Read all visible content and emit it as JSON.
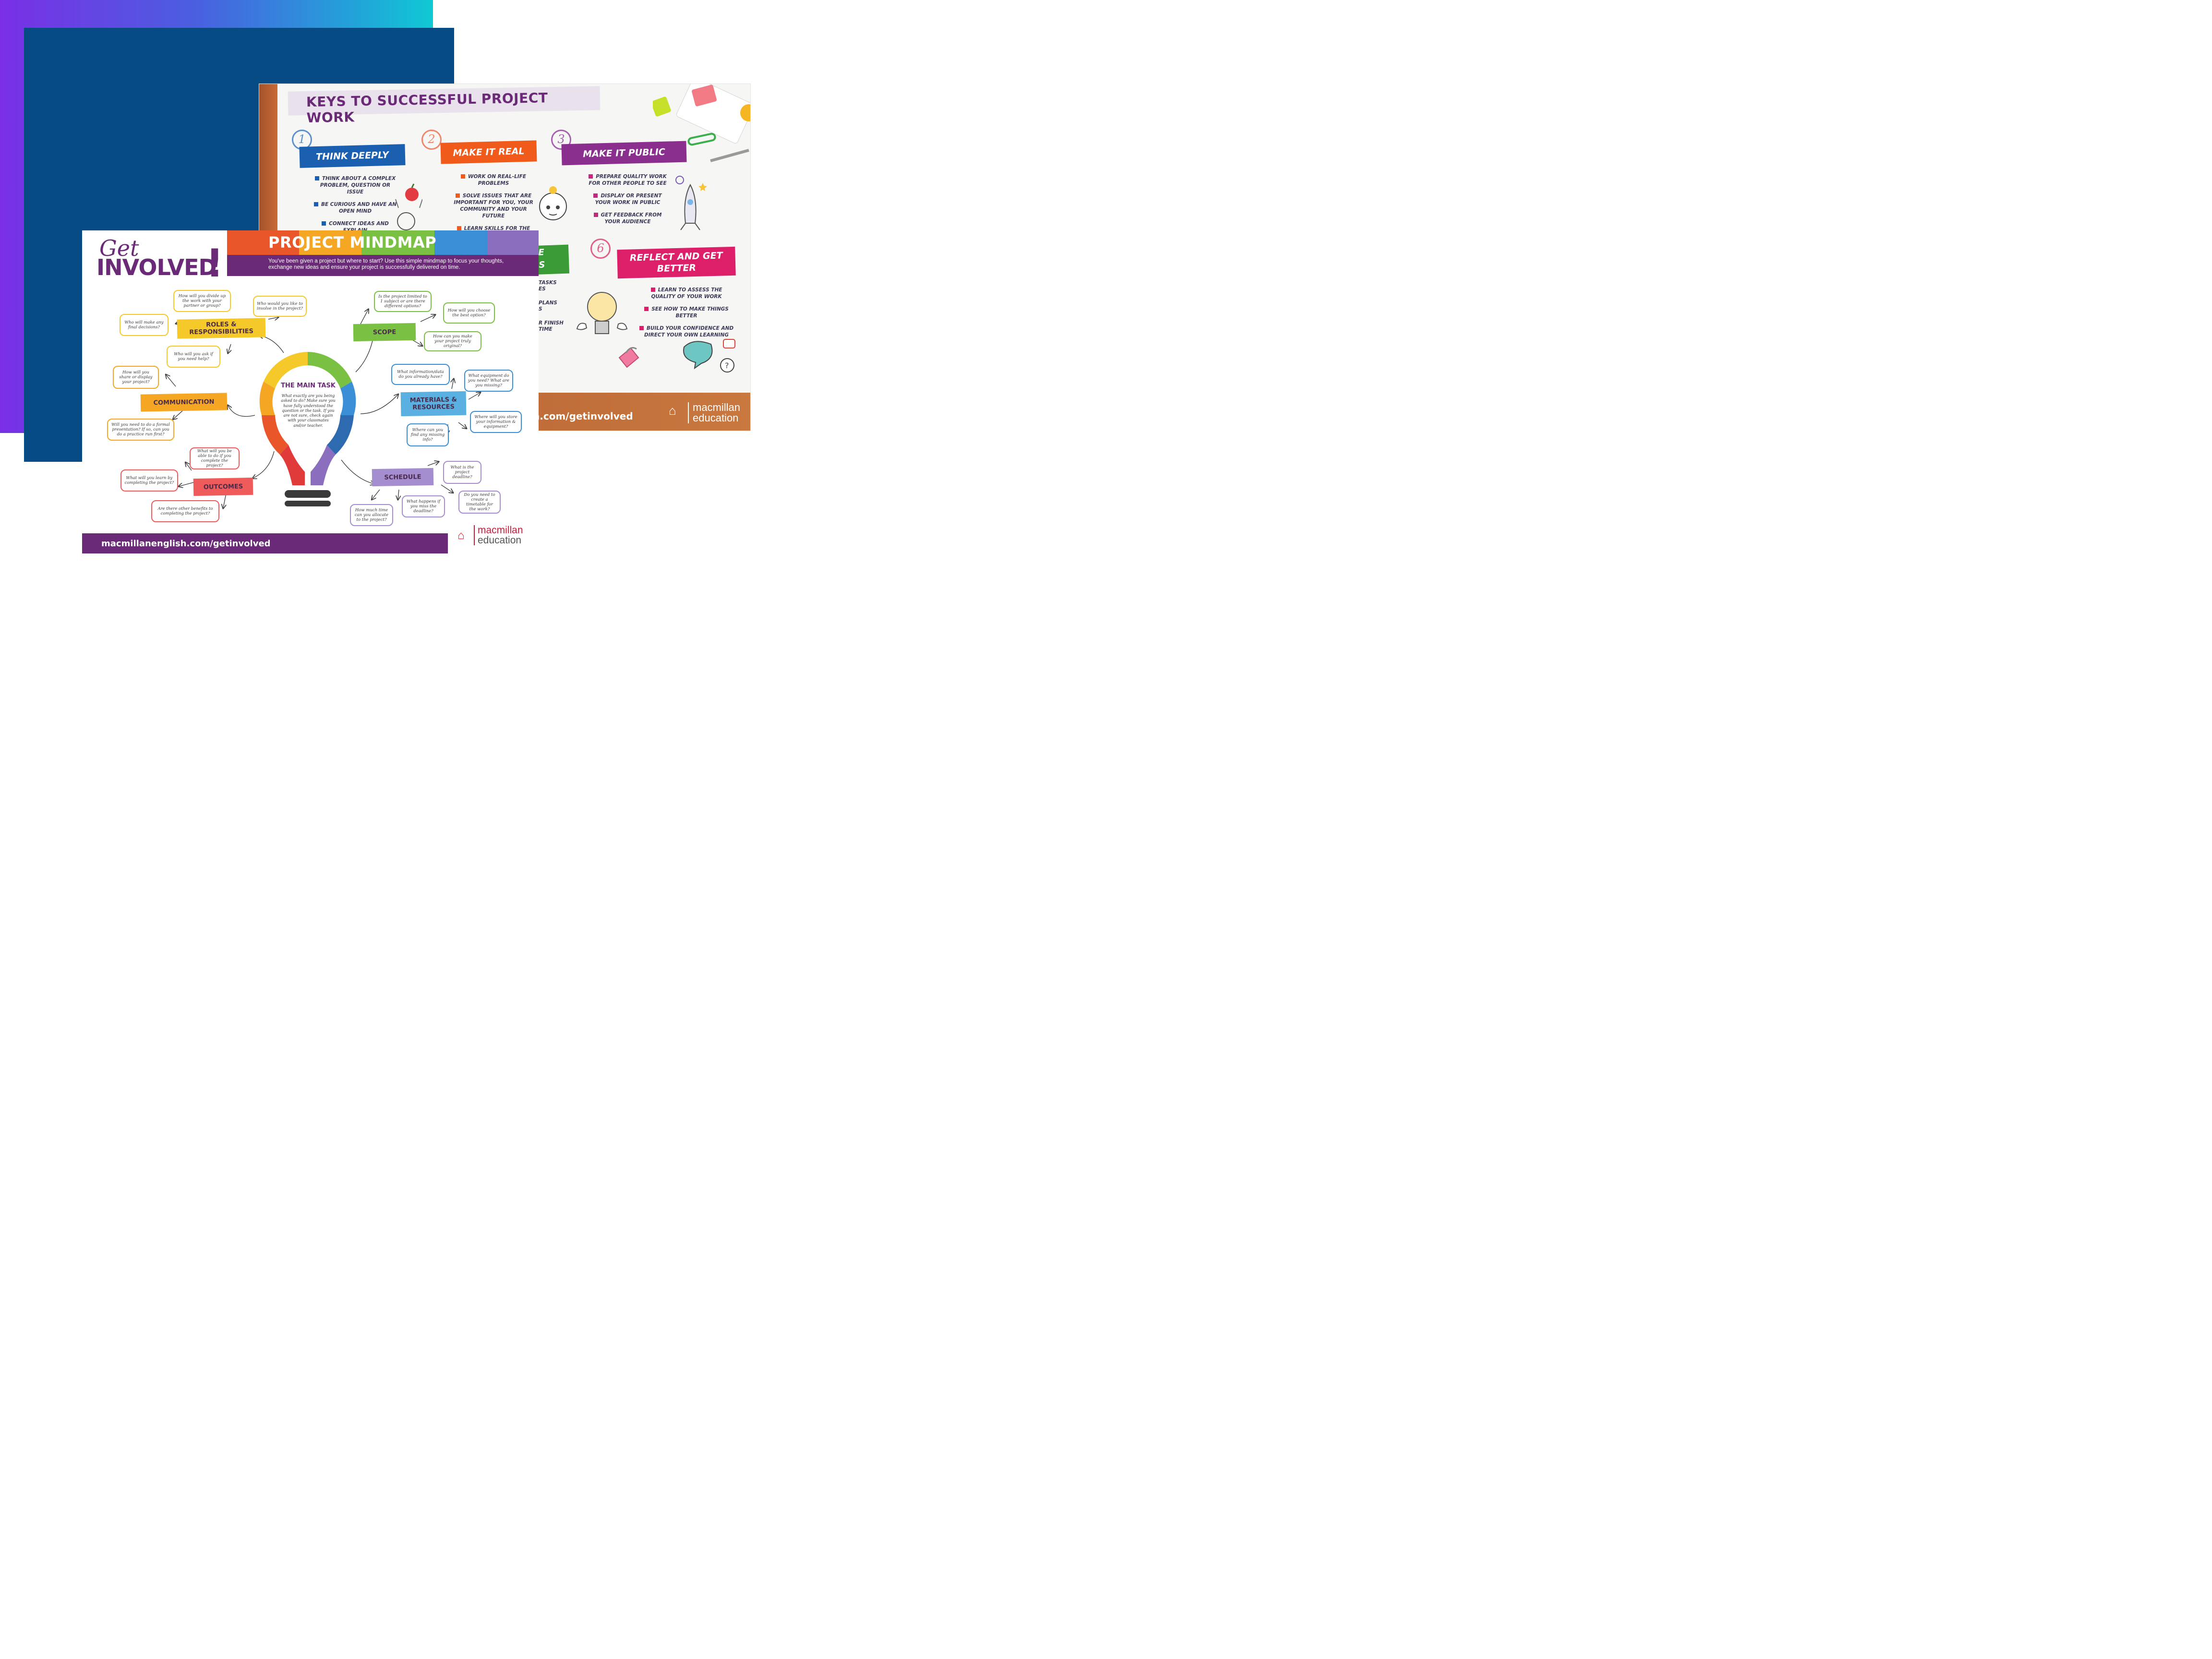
{
  "back_poster": {
    "title": "KEYS TO SUCCESSFUL PROJECT WORK",
    "sections": [
      {
        "number": "1",
        "heading": "THINK DEEPLY",
        "color": "#1b5fb0",
        "bullets": [
          "THINK ABOUT A COMPLEX PROBLEM, QUESTION OR ISSUE",
          "BE CURIOUS AND HAVE AN OPEN MIND",
          "CONNECT IDEAS AND EXPLAIN"
        ]
      },
      {
        "number": "2",
        "heading": "MAKE IT REAL",
        "color": "#f05a1a",
        "bullets": [
          "WORK ON REAL-LIFE PROBLEMS",
          "SOLVE ISSUES THAT ARE IMPORTANT FOR YOU, YOUR COMMUNITY AND YOUR FUTURE",
          "LEARN SKILLS FOR THE WORLD OUTSIDE SCHOOL"
        ]
      },
      {
        "number": "3",
        "heading": "MAKE IT PUBLIC",
        "color": "#8b2f8e",
        "bullets": [
          "PREPARE QUALITY WORK FOR OTHER PEOPLE TO SEE",
          "DISPLAY OR PRESENT YOUR WORK IN PUBLIC",
          "GET FEEDBACK FROM YOUR AUDIENCE"
        ]
      },
      {
        "number": "6",
        "heading": "REFLECT AND GET BETTER",
        "color": "#dd1f6a",
        "bullets": [
          "LEARN TO ASSESS THE QUALITY OF YOUR WORK",
          "SEE HOW TO MAKE THINGS BETTER",
          "BUILD YOUR CONFIDENCE AND DIRECT YOUR OWN LEARNING"
        ]
      }
    ],
    "partial_heading": [
      "E",
      "S"
    ],
    "partial_lines": [
      "TASKS",
      "ES",
      "PLANS",
      "S",
      "R FINISH",
      "TIME"
    ],
    "url_fragment": "h.com/getinvolved",
    "logo": [
      "macmillan",
      "education"
    ]
  },
  "front_poster": {
    "brand_top": "Get",
    "brand_bottom": "INVOLVED",
    "brand_bang": "!",
    "title": "PROJECT MINDMAP",
    "subtitle": "You've been given a project but where to start? Use this simple mindmap to focus your thoughts, exchange new ideas and ensure your project is successfully delivered on time.",
    "stripe_colors": [
      "#e8562a",
      "#f5a623",
      "#7ac143",
      "#3a8fd6",
      "#8b6fbe"
    ],
    "main_task": {
      "title": "THE MAIN TASK",
      "text": "What exactly are you being asked to do? Make sure you have fully understood the question or the task. If you are not sure, check again with your classmates and/or teacher."
    },
    "categories": {
      "roles": "ROLES & RESPONSIBILITIES",
      "scope": "SCOPE",
      "communication": "COMMUNICATION",
      "materials": "MATERIALS & RESOURCES",
      "outcomes": "OUTCOMES",
      "schedule": "SCHEDULE"
    },
    "questions": {
      "roles": [
        "How will you divide up the work with your partner or group?",
        "Who would you like to involve in the project?",
        "Who will make any final decisions?",
        "Who will you ask if you need help?"
      ],
      "scope": [
        "Is the project limited to 1 subject or are there different options?",
        "How will you choose the best option?",
        "How can you make your project truly original?"
      ],
      "communication": [
        "How will you share or display your project?",
        "Will you need to do a formal presentation? If so, can you do a practice run first?"
      ],
      "materials": [
        "What information/data do you already have?",
        "What equipment do you need? What are you missing?",
        "Where will you store your information & equipment?",
        "Where can you find any missing info?"
      ],
      "outcomes": [
        "What will you be able to do if you complete the project?",
        "What will you learn by completing the project?",
        "Are there other benefits to completing the project?"
      ],
      "schedule": [
        "What is the project deadline?",
        "Do you need to create a timetable for the work?",
        "What happens if you miss the deadline?",
        "How much time can you allocate to the project?"
      ]
    },
    "footer_url": "macmillanenglish.com/getinvolved",
    "logo": [
      "macmillan",
      "education"
    ]
  }
}
